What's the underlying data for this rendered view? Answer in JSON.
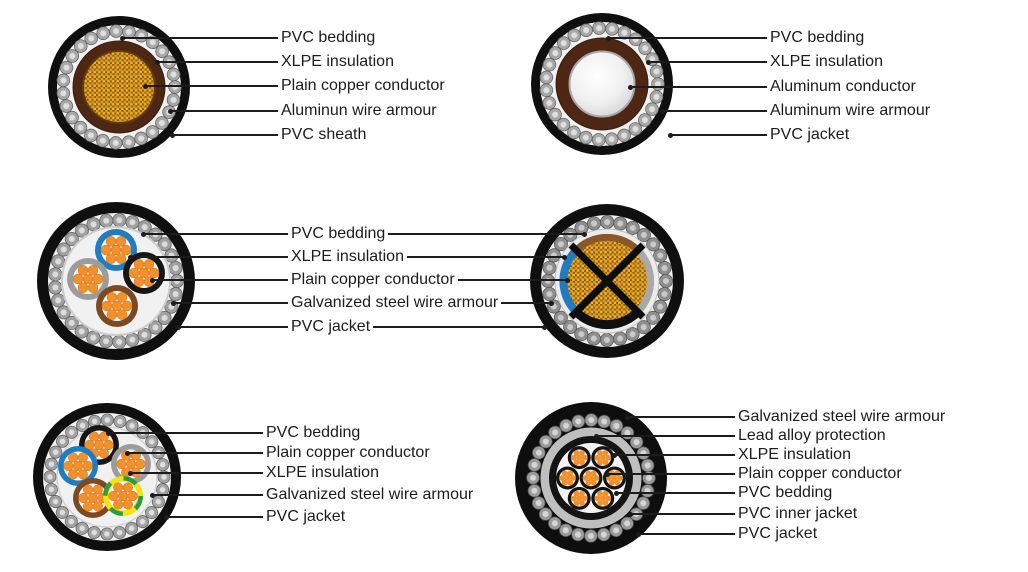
{
  "diagram": {
    "subject": "Armoured power cable cross-sections",
    "colors": {
      "jacket_black": "#0f0f0f",
      "bedding_white": "#f1f1f1",
      "armour_wire_gray": "#a3a3a3",
      "xlpe_brown": "#4e2714",
      "copper_strand_orange": "#ef9b10",
      "aluminum_silver": "#e8e8e8",
      "core_blue": "#1e7dc2",
      "core_gray": "#9c9c9c",
      "core_brown": "#7b4a22",
      "core_black": "#161616",
      "earth_yellow": "#f2e40c",
      "earth_green": "#2e9b44",
      "lead_gray": "#bfbfbf",
      "label_text": "#1c1c1c"
    }
  },
  "groups": {
    "top_left": {
      "labels": [
        "PVC bedding",
        "XLPE insulation",
        "Plain copper conductor",
        "Aluminun wire armour",
        "PVC sheath"
      ]
    },
    "top_right": {
      "labels": [
        "PVC bedding",
        "XLPE insulation",
        "Aluminum conductor",
        "Aluminum wire armour",
        "PVC jacket"
      ]
    },
    "middle": {
      "labels": [
        "PVC bedding",
        "XLPE insulation",
        "Plain copper conductor",
        "Galvanized steel wire armour",
        "PVC jacket"
      ]
    },
    "bottom_left": {
      "labels": [
        "PVC bedding",
        "Plain copper conductor",
        "XLPE insulation",
        "Galvanized steel wire armour",
        "PVC jacket"
      ]
    },
    "bottom_right": {
      "labels": [
        "Galvanized steel wire armour",
        "Lead alloy protection",
        "XLPE insulation",
        "Plain copper conductor",
        "PVC bedding",
        "PVC inner jacket",
        "PVC jacket"
      ]
    }
  }
}
